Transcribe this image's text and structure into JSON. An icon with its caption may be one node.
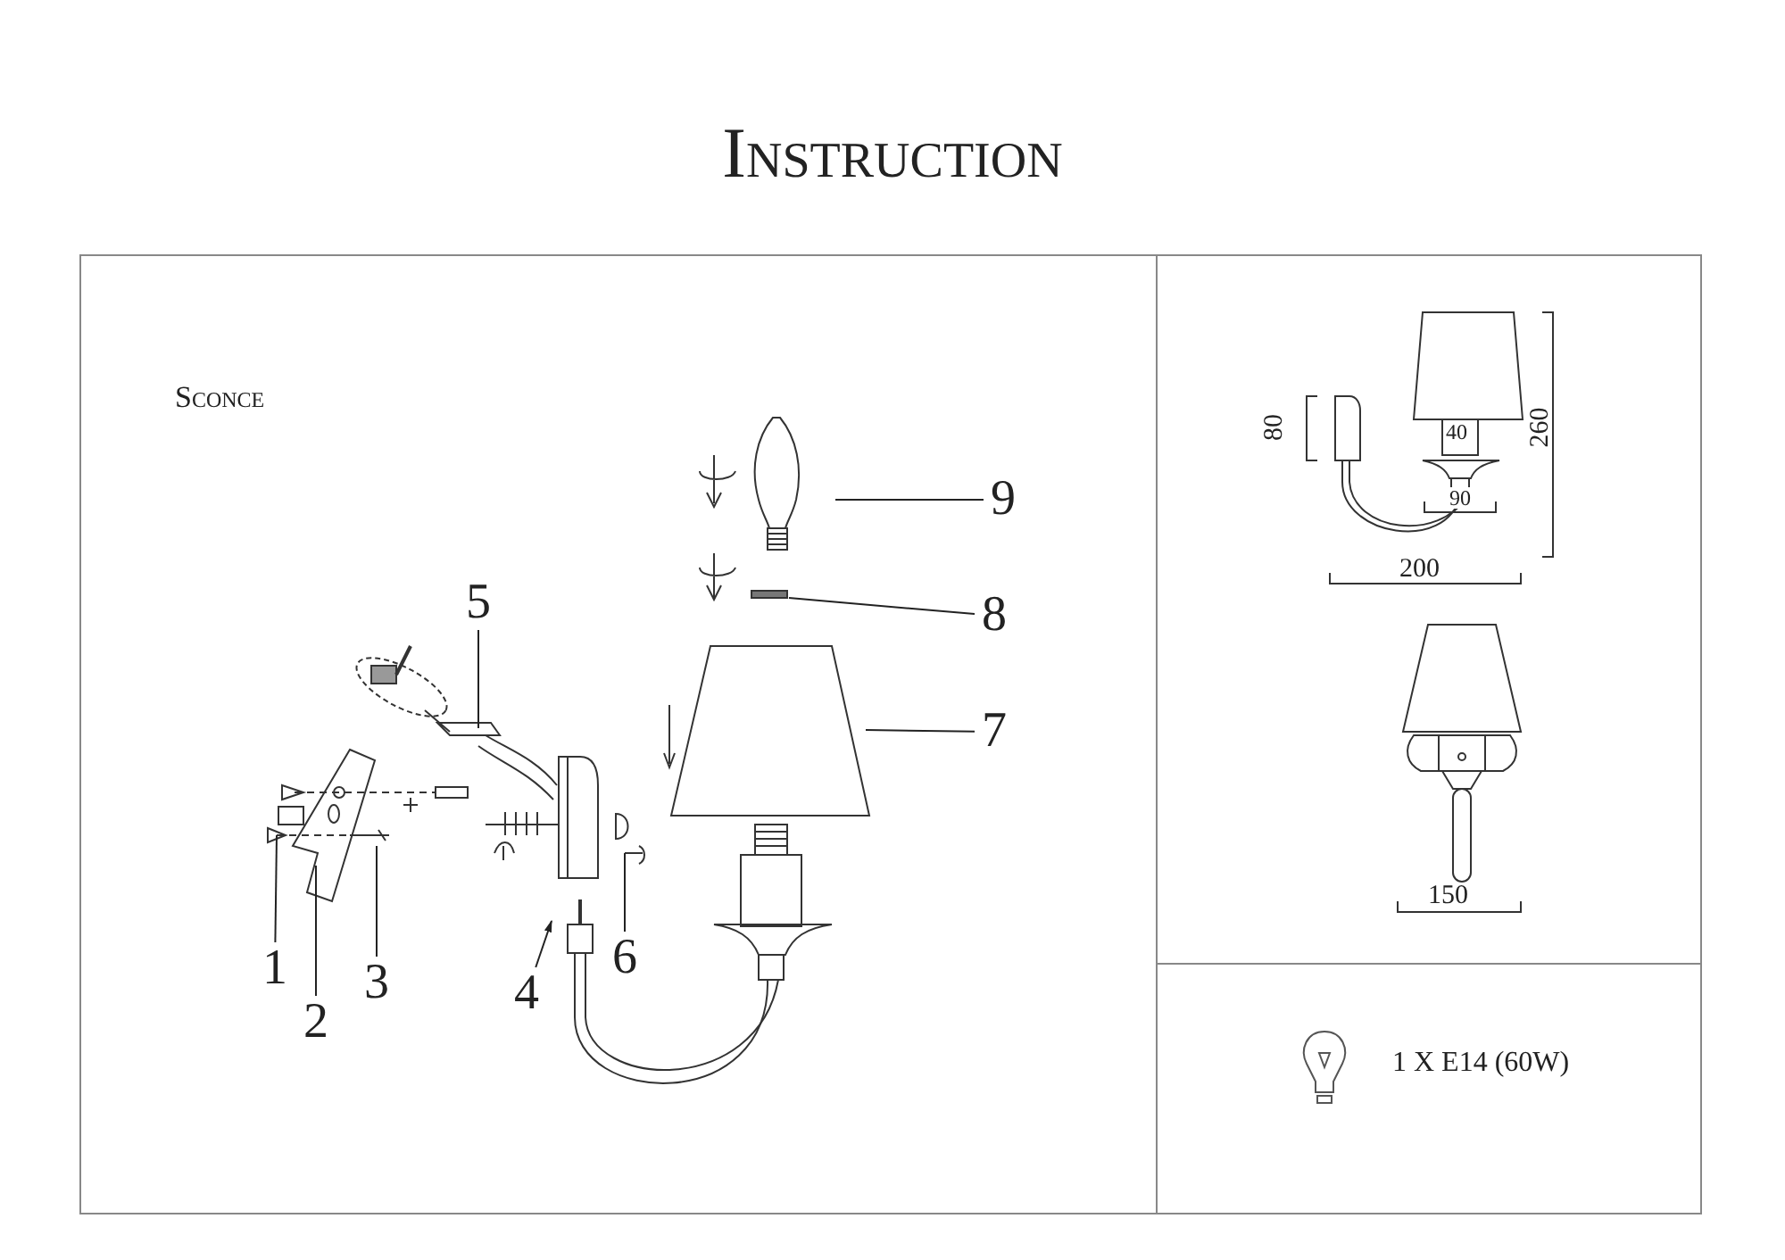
{
  "diagram": {
    "title": "Instruction",
    "nodes": [
      {
        "text": [
          "1"
        ]
      },
      {
        "text": [
          "2"
        ]
      },
      {
        "text": [
          "3"
        ]
      },
      {
        "text": [
          "4"
        ]
      },
      {
        "text": [
          "5"
        ]
      },
      {
        "text": [
          "6"
        ]
      },
      {
        "text": [
          "7"
        ]
      },
      {
        "text": [
          "8"
        ]
      },
      {
        "text": [
          "9"
        ]
      }
    ],
    "edges": [
      {
        "from": 0,
        "to": null,
        "arrow": "none"
      },
      {
        "from": 1,
        "to": null,
        "arrow": "none"
      },
      {
        "from": 2,
        "to": null,
        "arrow": "none"
      },
      {
        "from": 3,
        "to": null,
        "arrow": "to"
      },
      {
        "from": 4,
        "to": null,
        "arrow": "none"
      },
      {
        "from": 5,
        "to": null,
        "arrow": "none"
      },
      {
        "from": 6,
        "to": null,
        "arrow": "none"
      },
      {
        "from": 7,
        "to": null,
        "arrow": "none"
      },
      {
        "from": 8,
        "to": null,
        "arrow": "none"
      }
    ],
    "labels": [
      "Sconce",
      "80",
      "40",
      "260",
      "90",
      "200",
      "150",
      "1 X E14 (60W)"
    ]
  }
}
